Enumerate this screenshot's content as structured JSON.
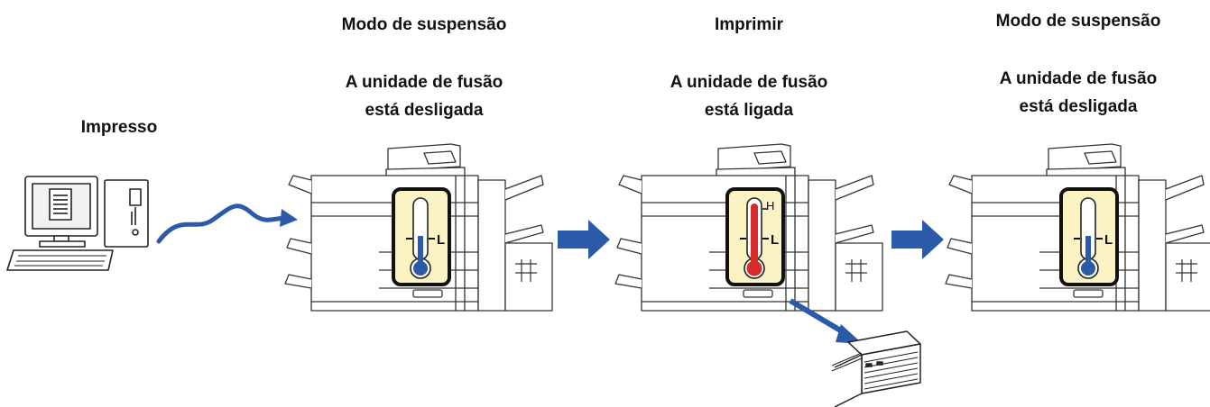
{
  "pc": {
    "label": "Impresso"
  },
  "stages": [
    {
      "mode": "Modo de suspensão",
      "fuser_line1": "A unidade de fusão",
      "fuser_line2": "está desligada",
      "thermo_state": "low"
    },
    {
      "mode": "Imprimir",
      "fuser_line1": "A unidade de fusão",
      "fuser_line2": "está ligada",
      "thermo_state": "high"
    },
    {
      "mode": "Modo de suspensão",
      "fuser_line1": "A unidade de fusão",
      "fuser_line2": "está desligada",
      "thermo_state": "low"
    }
  ],
  "thermometer": {
    "high_mark": "H",
    "low_mark": "L"
  },
  "colors": {
    "arrow": "#2a5aa8",
    "cold": "#2a5aa8",
    "hot": "#d82a2a",
    "thermo_bg": "#fbf3c4"
  },
  "icons": [
    "computer-icon",
    "transmission-curve-icon",
    "printer-icon",
    "thermometer-icon",
    "arrow-right-icon",
    "paper-stack-icon"
  ]
}
